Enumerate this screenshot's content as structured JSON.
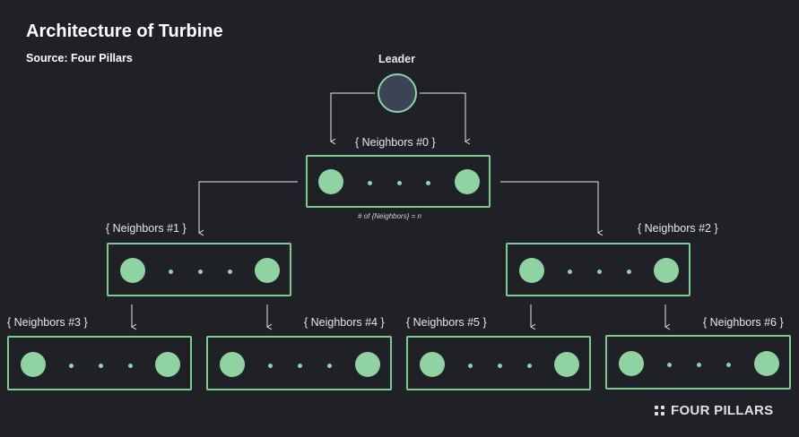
{
  "title": "Architecture of Turbine",
  "source": "Source: Four Pillars",
  "leader": "Leader",
  "groups": {
    "n0": "{ Neighbors #0 }",
    "n1": "{ Neighbors #1 }",
    "n2": "{ Neighbors #2 }",
    "n3": "{ Neighbors #3 }",
    "n4": "{ Neighbors #4 }",
    "n5": "{ Neighbors #5 }",
    "n6": "{ Neighbors #6 }"
  },
  "note": "# of {Neighbors} = n",
  "brand": "FOUR PILLARS",
  "colors": {
    "background": "#1f2126",
    "accent": "#8fd3a2",
    "leader_fill": "#3a4455"
  }
}
